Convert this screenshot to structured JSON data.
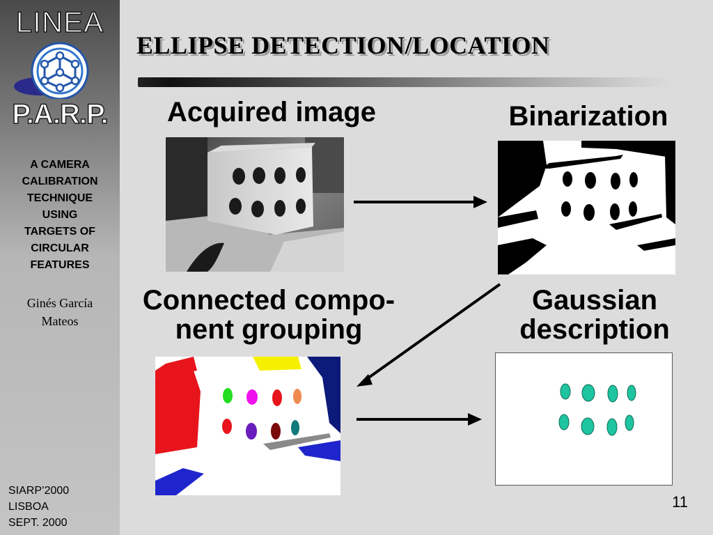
{
  "sidebar": {
    "logo_top": "LINEA",
    "logo_bottom": "P.A.R.P.",
    "title": "A CAMERA\nCALIBRATION\nTECHNIQUE\nUSING\nTARGETS OF\nCIRCULAR\nFEATURES",
    "author_line1": "Ginés García",
    "author_line2": "Mateos",
    "footer_line1": "SIARP’2000",
    "footer_line2": "LISBOA",
    "footer_line3": "SEPT. 2000"
  },
  "slide": {
    "title": "ELLIPSE DETECTION/LOCATION",
    "page_number": "11"
  },
  "steps": {
    "acquired": "Acquired image",
    "binarization": "Binarization",
    "connected_line1": "Connected compo-",
    "connected_line2": "nent grouping",
    "gaussian_line1": "Gaussian",
    "gaussian_line2": "description"
  },
  "colors": {
    "ellipse_fill": "#1fc4a0",
    "ellipse_stroke": "#0d6b56",
    "cc_red": "#e8141c",
    "cc_blue": "#1f25cc",
    "cc_yellow": "#f5f000",
    "cc_navy": "#0c1a7a"
  }
}
